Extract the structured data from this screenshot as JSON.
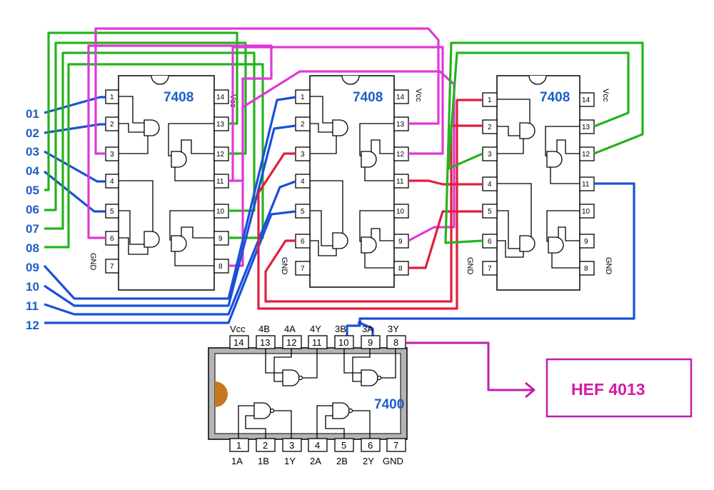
{
  "chips": [
    {
      "name": "7408",
      "vcc": "Vcc",
      "gnd": "GND"
    },
    {
      "name": "7408",
      "vcc": "Vcc",
      "gnd": "GND"
    },
    {
      "name": "7408",
      "vcc": "Vcc",
      "gnd": "GND"
    }
  ],
  "pin_numbers_left": [
    "1",
    "2",
    "3",
    "4",
    "5",
    "6",
    "7"
  ],
  "pin_numbers_right": [
    "14",
    "13",
    "12",
    "11",
    "10",
    "9",
    "8"
  ],
  "inputs": [
    "01",
    "02",
    "03",
    "04",
    "05",
    "06",
    "07",
    "08",
    "09",
    "10",
    "11",
    "12"
  ],
  "nand_chip": {
    "name": "7400",
    "top_labels": [
      "Vcc",
      "4B",
      "4A",
      "4Y",
      "3B",
      "3A",
      "3Y"
    ],
    "top_pins": [
      "14",
      "13",
      "12",
      "11",
      "10",
      "9",
      "8"
    ],
    "bottom_labels": [
      "1A",
      "1B",
      "1Y",
      "2A",
      "2B",
      "2Y",
      "GND"
    ],
    "bottom_pins": [
      "1",
      "2",
      "3",
      "4",
      "5",
      "6",
      "7"
    ]
  },
  "output_box": {
    "label": "HEF 4013"
  },
  "colors": {
    "green_wire": "#25b31c",
    "magenta_wire": "#e038d8",
    "blue_wire": "#1a4fd8",
    "red_wire": "#e01f3c",
    "chip_label": "#1a5fc8",
    "output_color": "#c21cae"
  }
}
